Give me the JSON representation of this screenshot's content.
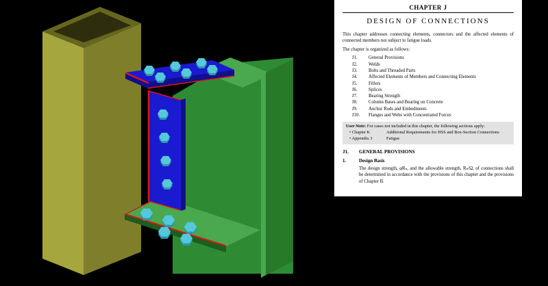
{
  "model": {
    "description": "3D rendering of a bolted steel connection: yellow HSS column, blue connection plates with cyan bolts, green I-section beam, red highlighted plate edges",
    "colors": {
      "background": "#000000",
      "column_front": "#a6a63f",
      "column_side": "#7f7f2b",
      "column_top": "#66661f",
      "column_inner": "#2e2e0e",
      "beam_web": "#2f8b33",
      "beam_flange": "#267a28",
      "beam_top_light": "#4aa84e",
      "beam_dark_edge": "#1c5e1e",
      "plate_blue": "#1a1ad0",
      "plate_blue_dark": "#10108c",
      "bolt_cyan": "#55c8dc",
      "bolt_cyan_dark": "#2c97aa",
      "edge_red": "#e21414"
    }
  },
  "document": {
    "chapter_label": "CHAPTER J",
    "title": "DESIGN OF CONNECTIONS",
    "intro": "This chapter addresses connecting elements, connectors and the affected elements of connected members not subject to fatigue loads.",
    "organized_line": "The chapter is organized as follows:",
    "toc": [
      {
        "num": "J1.",
        "label": "General Provisions"
      },
      {
        "num": "J2.",
        "label": "Welds"
      },
      {
        "num": "J3.",
        "label": "Bolts and Threaded Parts"
      },
      {
        "num": "J4.",
        "label": "Affected Elements of Members and Connecting Elements"
      },
      {
        "num": "J5.",
        "label": "Fillers"
      },
      {
        "num": "J6.",
        "label": "Splices"
      },
      {
        "num": "J7.",
        "label": "Bearing Strength"
      },
      {
        "num": "J8.",
        "label": "Column Bases and Bearing on Concrete"
      },
      {
        "num": "J9.",
        "label": "Anchor Rods and Embedments"
      },
      {
        "num": "J10.",
        "label": "Flanges and Webs with Concentrated Forces"
      }
    ],
    "user_note": {
      "label": "User Note:",
      "text": " For cases not included in this chapter, the following sections apply:",
      "items": [
        {
          "ref": "• Chapter K",
          "desc": "Additional Requirements for HSS and Box-Section Connections"
        },
        {
          "ref": "• Appendix 3",
          "desc": "Fatigue"
        }
      ]
    },
    "section": {
      "num": "J1.",
      "title": "GENERAL PROVISIONS"
    },
    "subsection": {
      "num": "1.",
      "title": "Design Basis"
    },
    "body": "The design strength, φRₙ, and the allowable strength, Rₙ/Ω, of connections shall be determined in accordance with the provisions of this chapter and the provisions of Chapter B."
  }
}
